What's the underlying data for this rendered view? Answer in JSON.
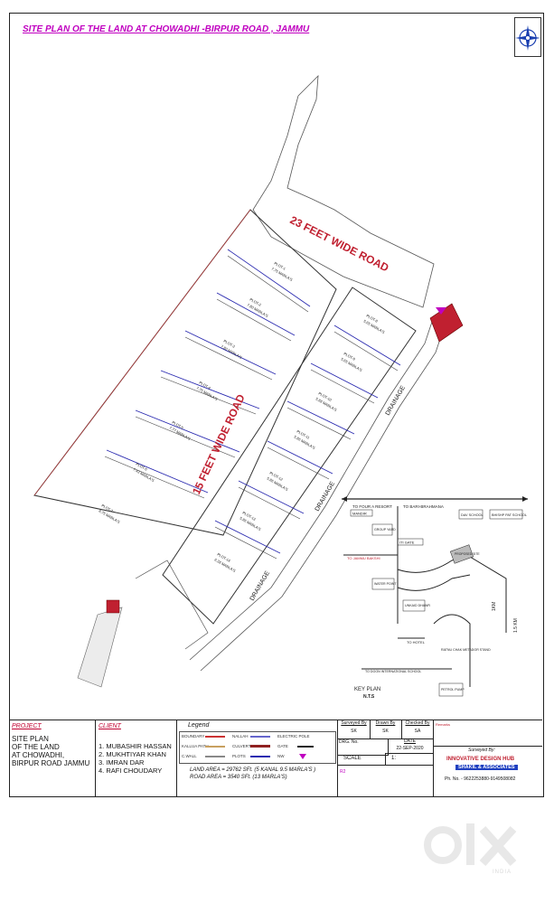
{
  "title": "SITE PLAN OF THE LAND AT CHOWADHI -BIRPUR ROAD , JAMMU",
  "roads": {
    "main": "23 FEET WIDE ROAD",
    "inner": "15 FEET WIDE ROAD",
    "drainage": "DRAINAGE"
  },
  "plots_left": [
    {
      "name": "PLOT-1",
      "area": "7.75 MARLA'S"
    },
    {
      "name": "PLOT-2",
      "area": "7.80 MARLA'S"
    },
    {
      "name": "PLOT-3",
      "area": "7.80 MARLA'S"
    },
    {
      "name": "PLOT-4",
      "area": "7.75 MARLA'S"
    },
    {
      "name": "PLOT-5",
      "area": "7.77 MARLA'S"
    },
    {
      "name": "PLOT-6",
      "area": "7.43 MARLA'S"
    },
    {
      "name": "PLOT-7",
      "area": "8.75 MARLA'S"
    }
  ],
  "plots_right": [
    {
      "name": "PLOT-8",
      "area": "5.65 MARLA'S"
    },
    {
      "name": "PLOT-9",
      "area": "5.65 MARLA'S"
    },
    {
      "name": "PLOT-10",
      "area": "5.88 MARLA'S"
    },
    {
      "name": "PLOT-11",
      "area": "5.86 MARLA'S"
    },
    {
      "name": "PLOT-12",
      "area": "5.86 MARLA'S"
    },
    {
      "name": "PLOT-13",
      "area": "5.86 MARLA'S"
    },
    {
      "name": "PLOT-14",
      "area": "6.38 MARLA'S"
    }
  ],
  "key_plan": {
    "title": "KEY PLAN",
    "scale": "N.T.S",
    "labels": {
      "to_resort": "TO FOUR A RESORT",
      "to_bari": "TO BARI-BRAHMANA",
      "mandir": "MANDIR",
      "dav": "DAV SCHOOL",
      "bhishp": "BHISHP PAT SCHOOL",
      "group_yard": "GROUP YARD",
      "iti": "ITI GATE",
      "to_jammu": "TO JAMMU BAKSHI",
      "water": "WATER POINT",
      "proposed": "PROPOSED SITE",
      "unkaid": "UNKAID DHAWR",
      "one_km": "1KM",
      "one_five_km": "1.5 KM",
      "to_hotel": "TO HOTEL",
      "ratna": "RATNU CHAK METADOR STAND",
      "to_doon": "TO DOON INTERNATIONAL SCHOOL",
      "petrol": "PETROL PUMP"
    }
  },
  "title_block": {
    "project_heading": "PROJECT",
    "project_lines": [
      "SITE PLAN",
      "OF THE LAND",
      "AT CHOWADHI,",
      "BIRPUR ROAD JAMMU"
    ],
    "client_heading": "CLIENT",
    "clients": [
      "1. MUBASHIR HASSAN",
      "2. MUKHTIYAR KHAN",
      "3. IMRAN DAR",
      "4. RAFI CHOUDARY"
    ],
    "legend_heading": "Legend",
    "legend": {
      "boundary": "BOUNDARY",
      "nallah": "NALLAH",
      "electric": "ELECTRIC POLE",
      "kallua": "KALLUA PATH",
      "culvert": "CULVERT",
      "gate": "GATE",
      "wall": "C.WALL",
      "plots": "PLOTS",
      "nw": "NW"
    },
    "land_area": "LAND AREA = 29762 SFt. (5 KANAL 9.5 MARLA'S )",
    "road_area": "ROAD AREA = 3540 SFt. (13 MARLA'S)",
    "surveyed_by_label": "Surveyed By",
    "surveyed_by": "SK",
    "drawn_by_label": "Drawn By",
    "drawn_by": "SK",
    "checked_by_label": "Checked By",
    "checked_by": "SA",
    "drg_no_label": "DRG. No.",
    "date_label": "DATE",
    "date": "22-SEP-2020",
    "scale_label": "SCALE",
    "scale_value": "1:",
    "remarks_label": "Remarks",
    "sheet_ref": "R2",
    "surveyed_by_firm_label": "Surveyed By:",
    "firm": "INNOVATIVE DESIGN HUB",
    "firm_sub": "SHAKIL & ASSOCIATES",
    "phone": "Ph. No. - 9622253880-9149508082"
  },
  "watermark": {
    "brand": "OLX",
    "country": "INDIA"
  }
}
